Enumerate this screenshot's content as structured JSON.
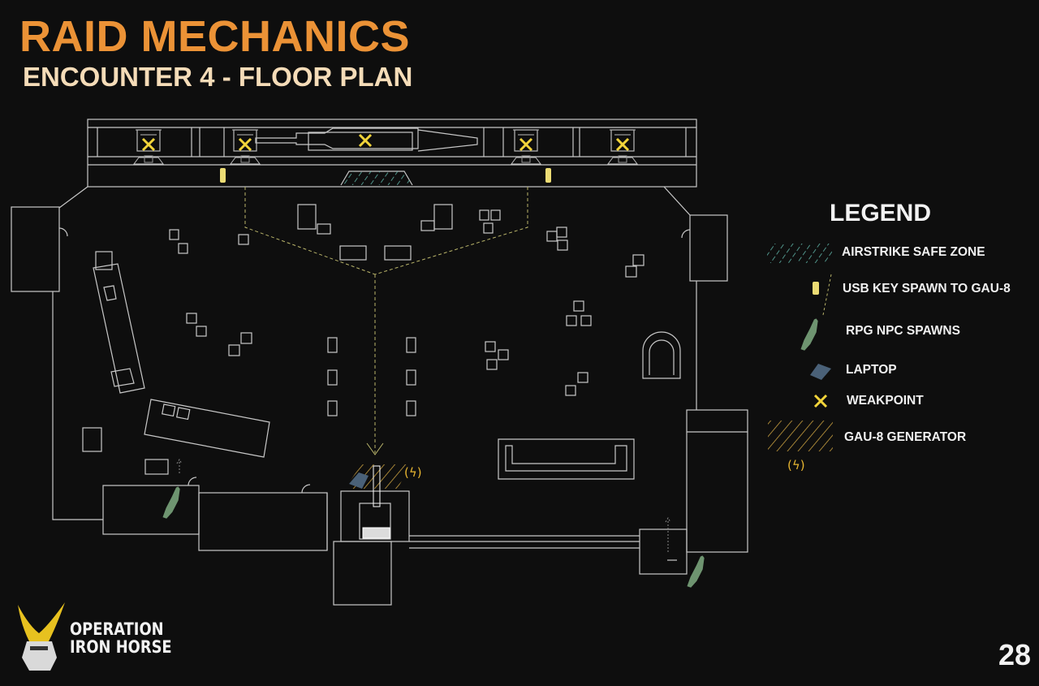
{
  "header": {
    "title": "RAID MECHANICS",
    "subtitle": "ENCOUNTER 4 - FLOOR PLAN"
  },
  "legend": {
    "title": "LEGEND",
    "items": [
      {
        "label": "AIRSTRIKE SAFE ZONE",
        "icon": "hatch-teal-icon"
      },
      {
        "label": "USB KEY SPAWN TO GAU-8",
        "icon": "usb-key-icon"
      },
      {
        "label": "RPG NPC SPAWNS",
        "icon": "rpg-icon"
      },
      {
        "label": "LAPTOP",
        "icon": "laptop-icon"
      },
      {
        "label": "WEAKPOINT",
        "icon": "weakpoint-icon"
      },
      {
        "label": "GAU-8 GENERATOR",
        "icon": "hatch-gold-icon"
      }
    ]
  },
  "brand": {
    "line1": "OPERATION",
    "line2": "IRON HORSE"
  },
  "page_number": "28",
  "colors": {
    "title": "#eb9236",
    "subtitle": "#f5dcb8",
    "wall": "#c8c8c8",
    "teal": "#5fb3a6",
    "gold": "#c9a040",
    "yellow": "#f2d43a",
    "rpg": "#6e9470",
    "laptop": "#4a6178"
  }
}
